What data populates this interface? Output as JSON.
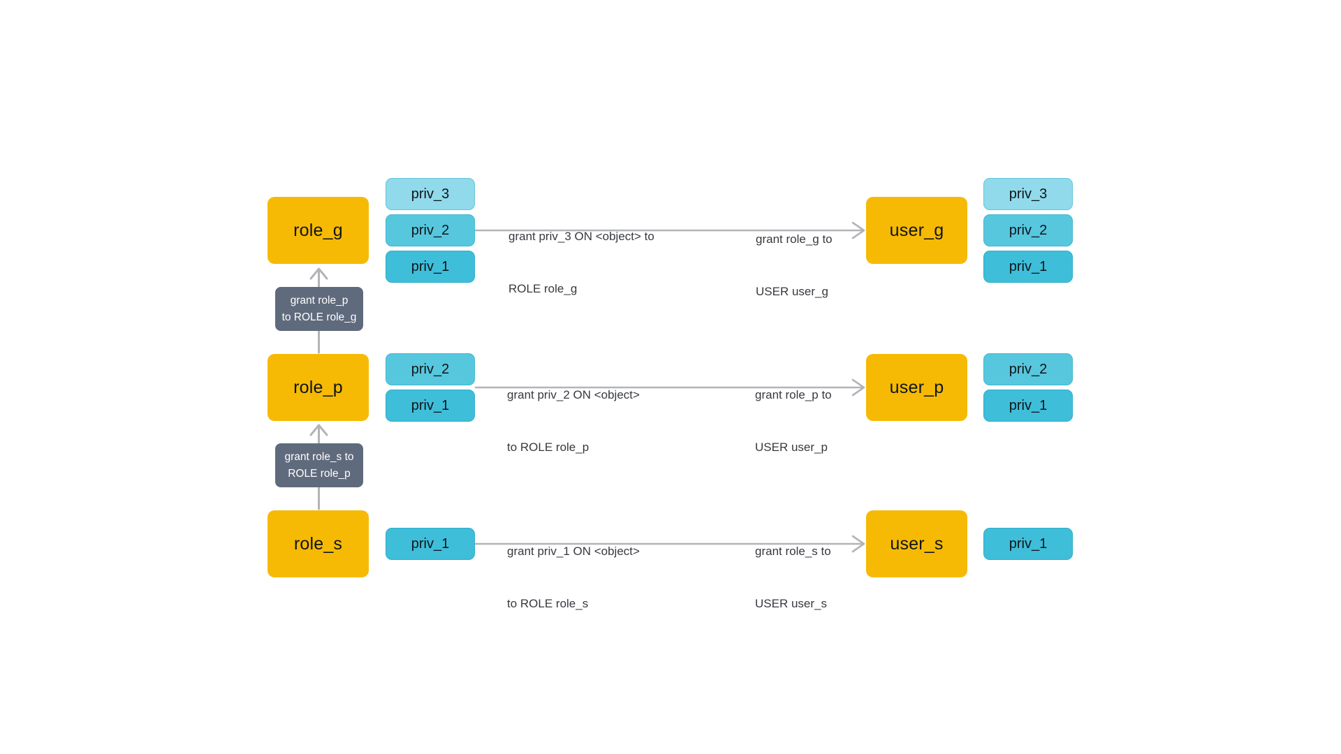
{
  "colors": {
    "background": "#FFFFFF",
    "role_user_fill": "#F6BA04",
    "priv_light_fill": "#90DAEB",
    "priv_light_border": "#63C6DD",
    "priv_medium_fill": "#57C7DE",
    "priv_medium_border": "#40B7D1",
    "priv_dark_fill": "#3EBED9",
    "priv_dark_border": "#2EAECB",
    "grant_box_fill": "#5F6A7C",
    "grant_box_text": "#FFFFFF",
    "arrow": "#B4B4B8",
    "label_text": "#36393E",
    "node_text": "#101418"
  },
  "rows": {
    "g": {
      "role_label": "role_g",
      "user_label": "user_g",
      "privs": [
        {
          "label": "priv_3"
        },
        {
          "label": "priv_2"
        },
        {
          "label": "priv_1"
        }
      ],
      "grant_priv_line1": "grant priv_3 ON <object> to",
      "grant_priv_line2": "ROLE role_g",
      "grant_user_line1": "grant role_g to",
      "grant_user_line2": "USER user_g"
    },
    "p": {
      "role_label": "role_p",
      "user_label": "user_p",
      "privs": [
        {
          "label": "priv_2"
        },
        {
          "label": "priv_1"
        }
      ],
      "grant_priv_line1": "grant priv_2 ON <object>",
      "grant_priv_line2": "to ROLE role_p",
      "grant_user_line1": "grant role_p to",
      "grant_user_line2": "USER user_p"
    },
    "s": {
      "role_label": "role_s",
      "user_label": "user_s",
      "privs": [
        {
          "label": "priv_1"
        }
      ],
      "grant_priv_line1": "grant priv_1 ON <object>",
      "grant_priv_line2": "to ROLE role_s",
      "grant_user_line1": "grant role_s to",
      "grant_user_line2": "USER user_s"
    }
  },
  "role_grants": {
    "p_to_g": {
      "line1": "grant role_p",
      "line2": "to ROLE role_g"
    },
    "s_to_p": {
      "line1": "grant role_s to",
      "line2": "ROLE role_p"
    }
  }
}
